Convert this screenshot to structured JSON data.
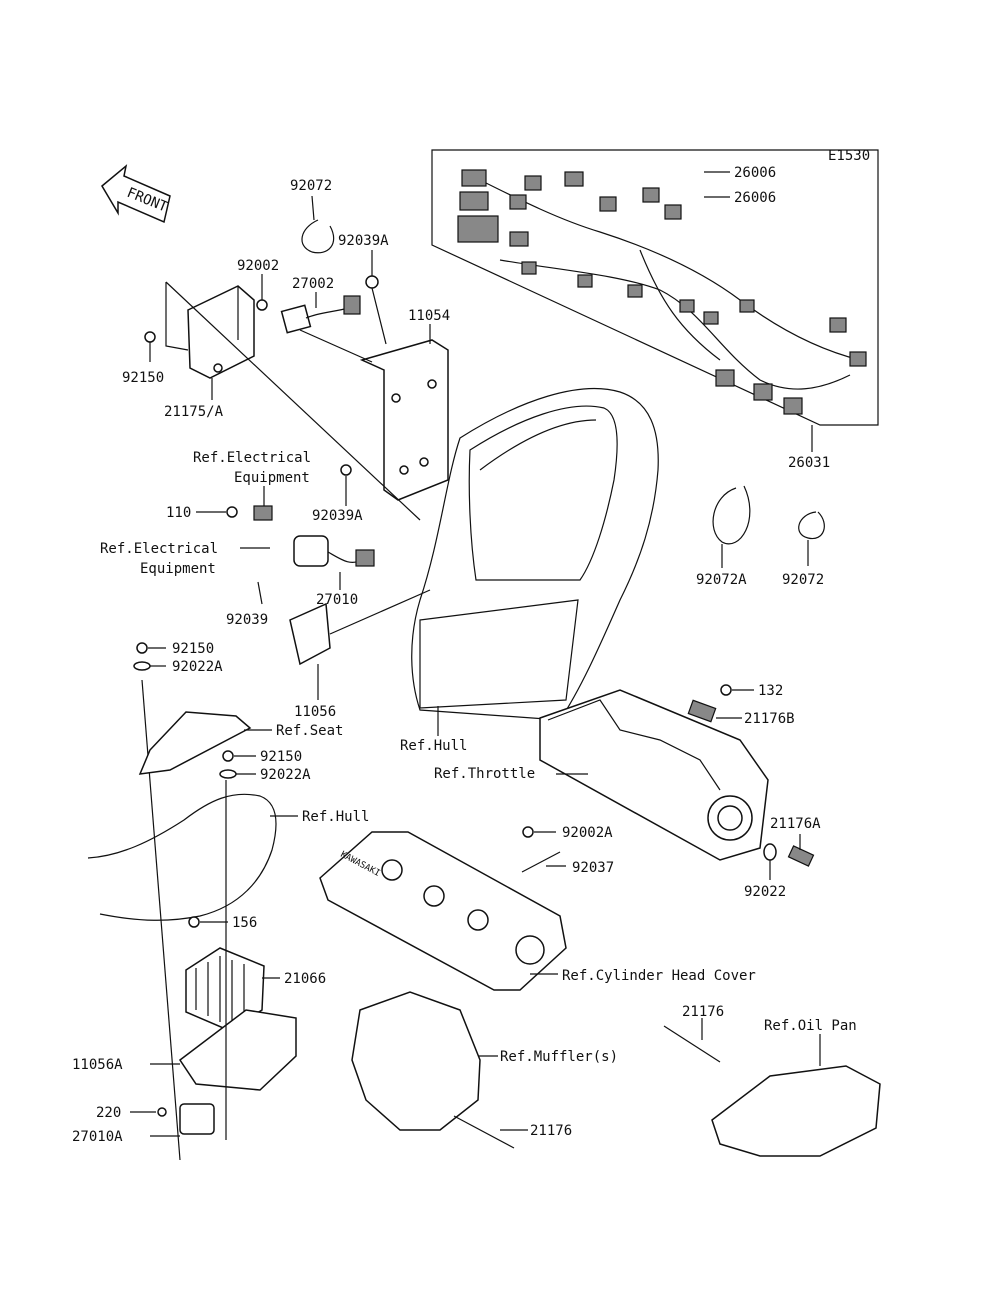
{
  "diagram_code": "E1530",
  "front_label": "FRONT",
  "labels": {
    "l_26006_1": "26006",
    "l_26006_2": "26006",
    "l_92072_top": "92072",
    "l_92039A_top": "92039A",
    "l_92002": "92002",
    "l_27002": "27002",
    "l_11054": "11054",
    "l_92150_a": "92150",
    "l_21175A": "21175/A",
    "l_ref_elec_1a": "Ref.Electrical",
    "l_ref_elec_1b": "Equipment",
    "l_92039A_mid": "92039A",
    "l_26031": "26031",
    "l_110": "110",
    "l_ref_elec_2a": "Ref.Electrical",
    "l_ref_elec_2b": "Equipment",
    "l_27010": "27010",
    "l_92039": "92039",
    "l_92072A": "92072A",
    "l_92072_r": "92072",
    "l_92150_b": "92150",
    "l_92022A_b": "92022A",
    "l_11056": "11056",
    "l_132": "132",
    "l_21176B": "21176B",
    "l_ref_seat": "Ref.Seat",
    "l_ref_hull_1": "Ref.Hull",
    "l_92150_c": "92150",
    "l_92022A_c": "92022A",
    "l_ref_throttle": "Ref.Throttle",
    "l_ref_hull_2": "Ref.Hull",
    "l_92002A": "92002A",
    "l_21176A": "21176A",
    "l_92037": "92037",
    "l_92022": "92022",
    "l_156": "156",
    "l_ref_cyl": "Ref.Cylinder Head Cover",
    "l_21066": "21066",
    "l_21176_a": "21176",
    "l_ref_oil": "Ref.Oil Pan",
    "l_11056A": "11056A",
    "l_ref_muffler": "Ref.Muffler(s)",
    "l_220": "220",
    "l_21176_b": "21176",
    "l_27010A": "27010A"
  }
}
